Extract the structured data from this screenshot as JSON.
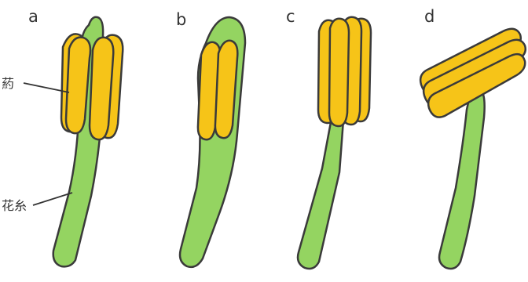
{
  "colors": {
    "filament": "#94d461",
    "anther": "#f6c418",
    "outline": "#3a3a3a",
    "text": "#333333"
  },
  "panels": [
    {
      "letter": "a"
    },
    {
      "letter": "b"
    },
    {
      "letter": "c"
    },
    {
      "letter": "d"
    }
  ],
  "labels": {
    "anther": "葯",
    "filament": "花糸"
  }
}
